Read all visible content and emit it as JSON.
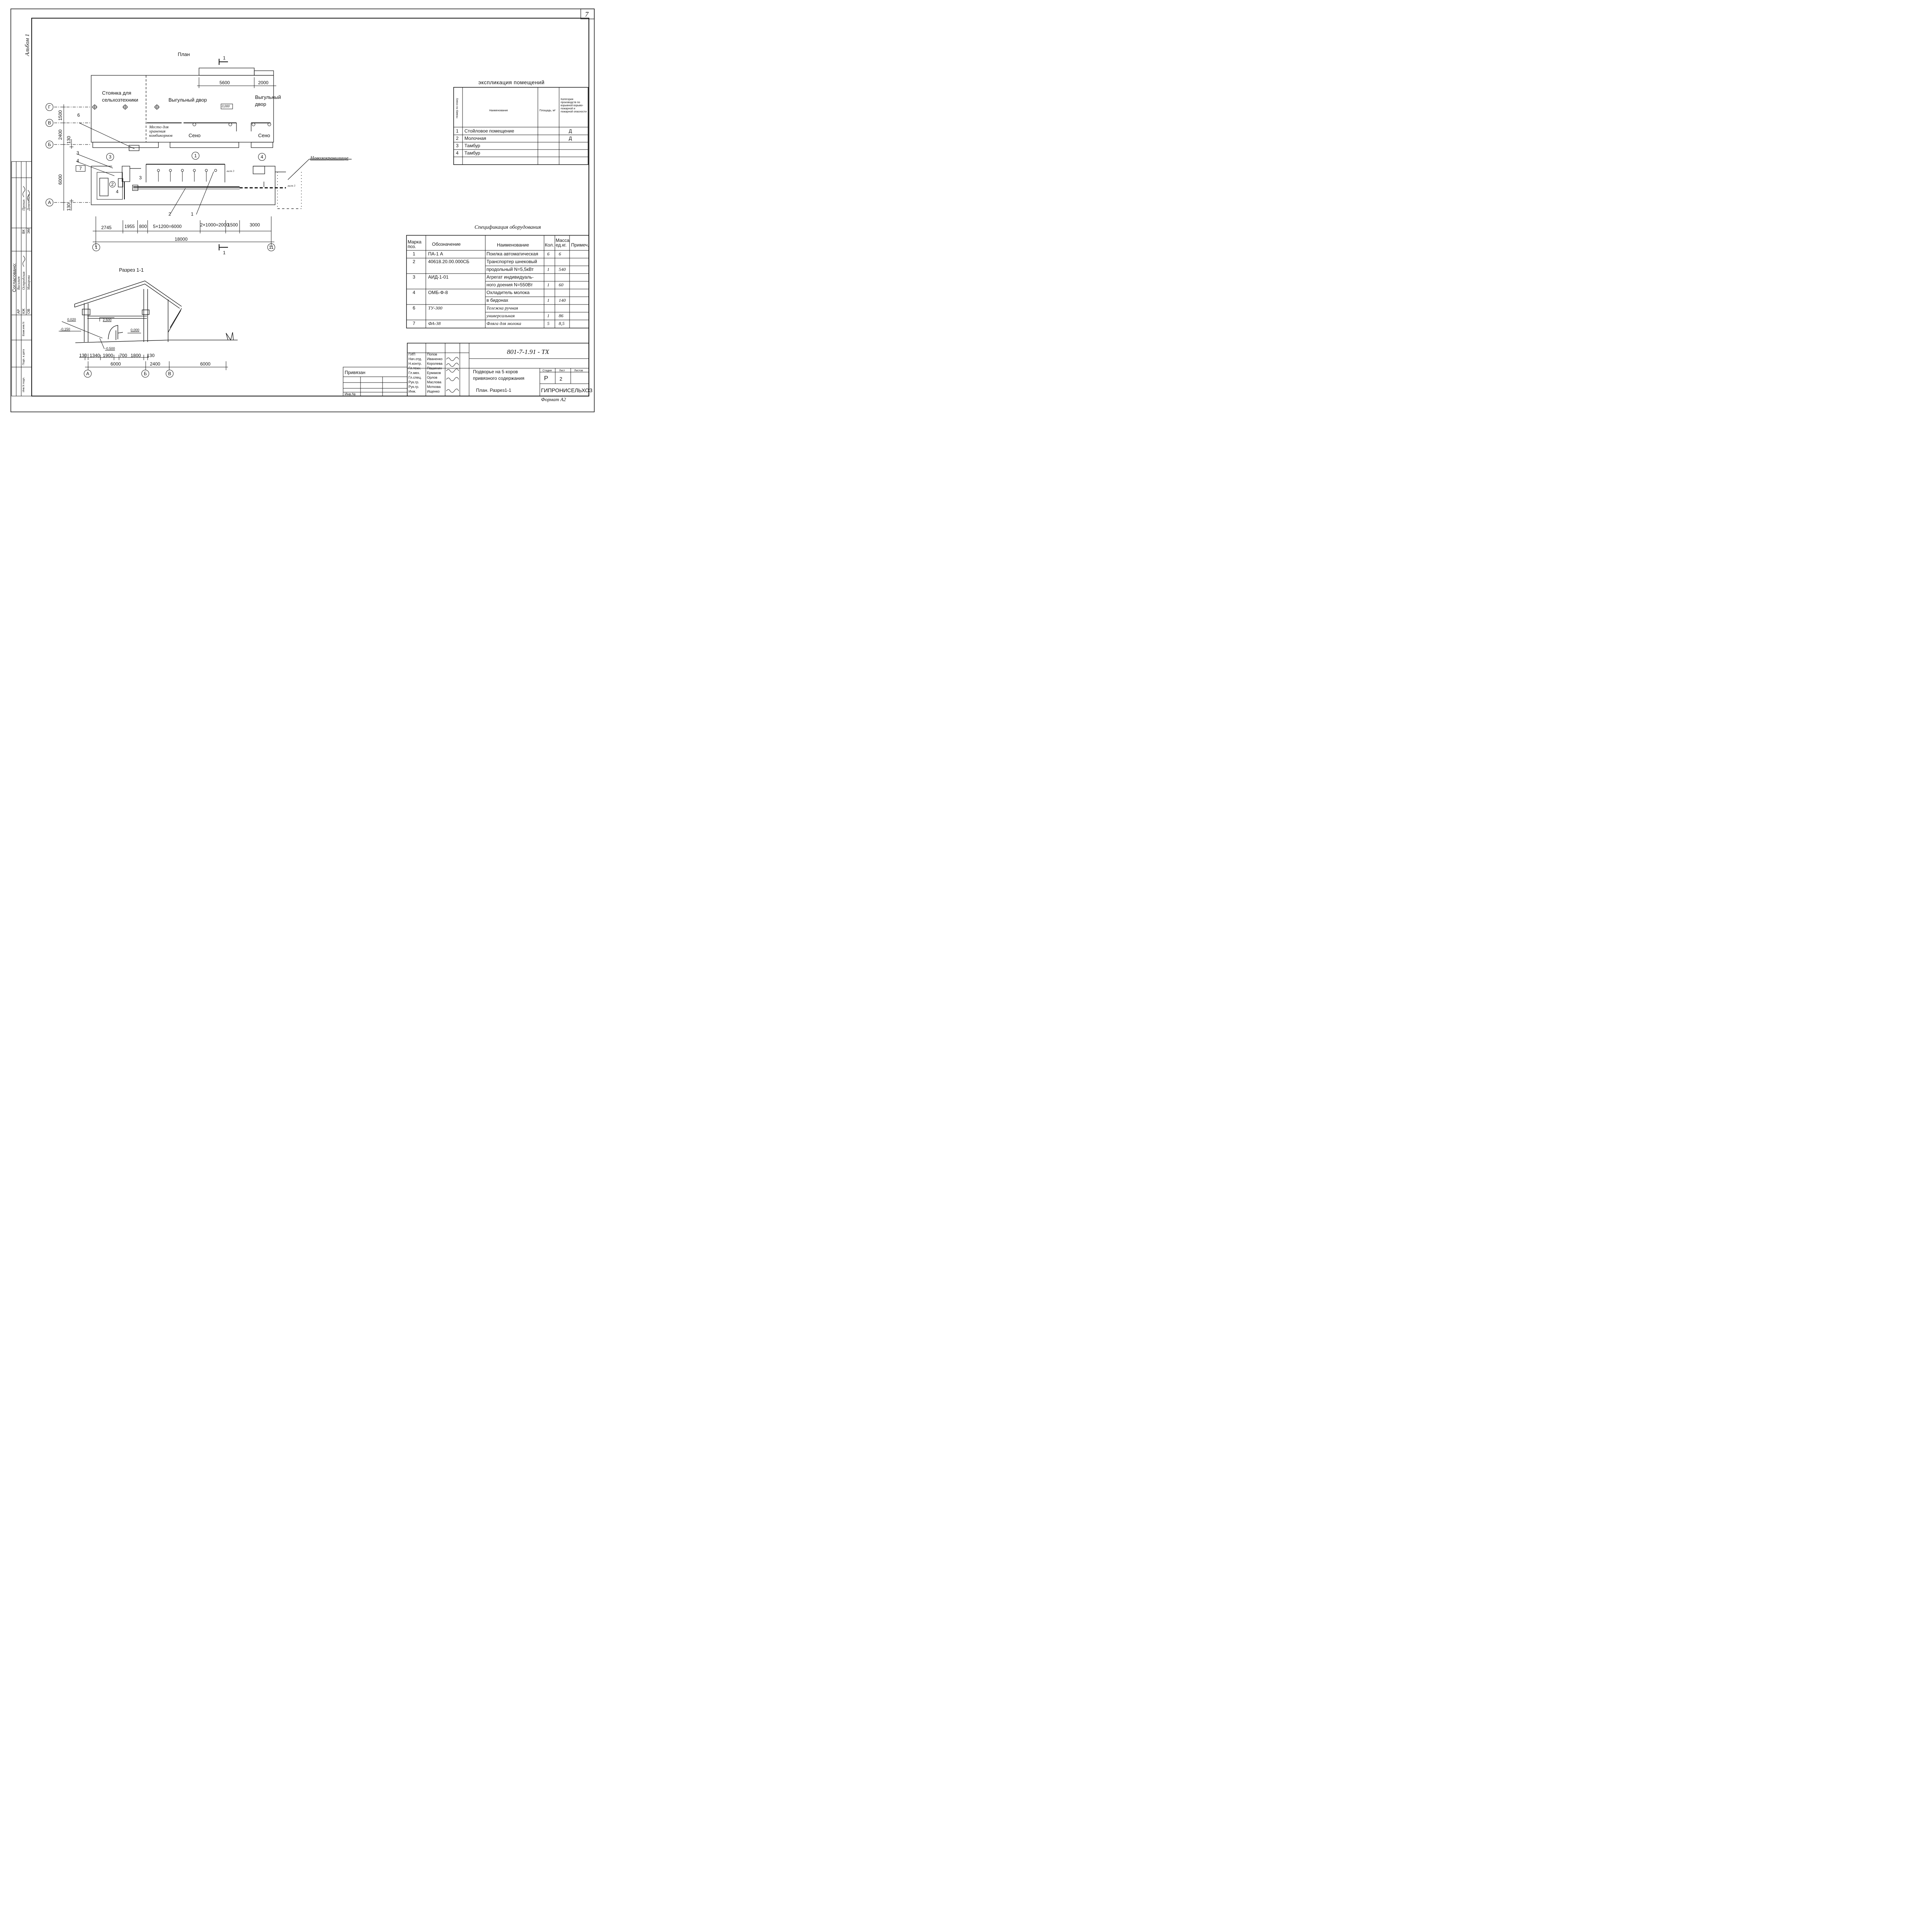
{
  "sheet": {
    "album_label": "Альбом 1",
    "sheet_number": "7",
    "format": "Формат А2"
  },
  "plan": {
    "title": "План",
    "section_mark": "1",
    "rooms": {
      "parking": "Стоянка для сельхозтехники",
      "yard": "Выгульный двор",
      "yard_right": "Выгульный двор",
      "level": "0,000",
      "storage": "Место для хранения комбикормов",
      "hay_1": "Сено",
      "hay_2": "Сено",
      "manure": "Навозохранилище"
    },
    "axes": {
      "g": "Г",
      "v": "В",
      "b": "Б",
      "a": "А",
      "n1": "1",
      "n11": "11"
    },
    "zone_marks": [
      "3",
      "1",
      "4",
      "2"
    ],
    "callouts": [
      "6",
      "3",
      "4",
      "7",
      "2",
      "1",
      "3",
      "4"
    ],
    "sheet_refs": [
      "лист 3",
      "лист 3"
    ],
    "dims": {
      "top_5600": "5600",
      "top_2000": "2000",
      "left_1500": "1500",
      "left_2400": "2400",
      "left_130a": "130",
      "left_6000": "6000",
      "left_130b": "130",
      "bottom": [
        "2745",
        "1955",
        "800",
        "5×1200=6000",
        "2×1000=2000",
        "1500",
        "3000"
      ],
      "total": "18000"
    }
  },
  "section": {
    "title": "Разрез 1-1",
    "levels": [
      "0,020",
      "-0,150",
      "2,500",
      "0,000",
      "-0,500"
    ],
    "dims": [
      "130",
      "1340",
      "1900",
      "700",
      "1800",
      "130"
    ],
    "dims2": [
      "6000",
      "2400",
      "6000"
    ],
    "axes": [
      "А",
      "Б",
      "В"
    ]
  },
  "explication": {
    "title": "экспликация помещений",
    "headers": [
      "Номер по плану",
      "Наименование",
      "Площадь, м²",
      "Категория производств по взрывной взрыво-пожарной и пожарной опасности"
    ],
    "rows": [
      {
        "no": "1",
        "name": "Стойловое помещение",
        "area": "",
        "cat": "Д"
      },
      {
        "no": "2",
        "name": "Молочная",
        "area": "",
        "cat": "Д"
      },
      {
        "no": "3",
        "name": "Тамбур",
        "area": "",
        "cat": ""
      },
      {
        "no": "4",
        "name": "Тамбур",
        "area": "",
        "cat": ""
      }
    ]
  },
  "spec": {
    "title": "Спецификация оборудования",
    "headers": [
      "Марка поз.",
      "Обозначение",
      "Наименование",
      "Кол.",
      "Масса ед.кг.",
      "Примеч."
    ],
    "rows": [
      {
        "pos": "1",
        "code": "ПА-1 А",
        "name": [
          "Поилка автоматическая"
        ],
        "qty": "6",
        "mass": "6"
      },
      {
        "pos": "2",
        "code": "40618.20.00.000СБ",
        "name": [
          "Транспортер шнековый",
          "продольный N=5,5кВт"
        ],
        "qty": "1",
        "mass": "540"
      },
      {
        "pos": "3",
        "code": "АИД-1-01",
        "name": [
          "Агрегат индивидуаль-",
          "ного доения N=550Вт"
        ],
        "qty": "1",
        "mass": "60"
      },
      {
        "pos": "4",
        "code": "ОМБ-Ф-8",
        "name": [
          "Охладитель молока",
          "в бидонах"
        ],
        "qty": "1",
        "mass": "140"
      },
      {
        "pos": "6",
        "code": "ТУ-300",
        "name": [
          "Тележка ручная",
          "универсальная"
        ],
        "qty": "1",
        "mass": "86"
      },
      {
        "pos": "7",
        "code": "ФА-38",
        "name": [
          "Фляга для молока"
        ],
        "qty": "5",
        "mass": "8,5"
      }
    ]
  },
  "approvals": {
    "title": "Согласовано:",
    "rows": [
      {
        "dept": "АР",
        "name": "Васильев"
      },
      {
        "dept": "КЖ",
        "name": "Остродская"
      },
      {
        "dept": "ОВ",
        "name": "Макарова"
      },
      {
        "dept": "ВК",
        "name": "Пренин"
      },
      {
        "dept": "ЭМ",
        "name": "Дементьев"
      }
    ],
    "side_labels": [
      "Взам.инв.N",
      "Подп. и дата",
      "Инв.N подл."
    ]
  },
  "title_block": {
    "doc_code": "801-7-1.91 - ТХ",
    "project": [
      "Подворье на 5 коров",
      "привязного содержания"
    ],
    "sheet_name": "План. Разрез1-1",
    "stage_label": "Стадия",
    "sheet_label": "Лист",
    "sheets_label": "Листов",
    "stage": "Р",
    "sheet": "2",
    "org": "ГИПРОНИСЕЛЬХОЗ",
    "bound": "Привязан",
    "inv": "Инв.№",
    "roles": [
      "ГИП",
      "Нач.отд.",
      "Н.контр.",
      "Гл.техн.",
      "Гл.мех.",
      "Гл.спец.",
      "Рук.гр.",
      "Рук.гр.",
      "Инж."
    ],
    "names": [
      "Попов",
      "Иваненко",
      "Королева",
      "Пашинин",
      "Ермаков",
      "Орлов",
      "Маслова",
      "Моткова",
      "Ищенко"
    ]
  }
}
